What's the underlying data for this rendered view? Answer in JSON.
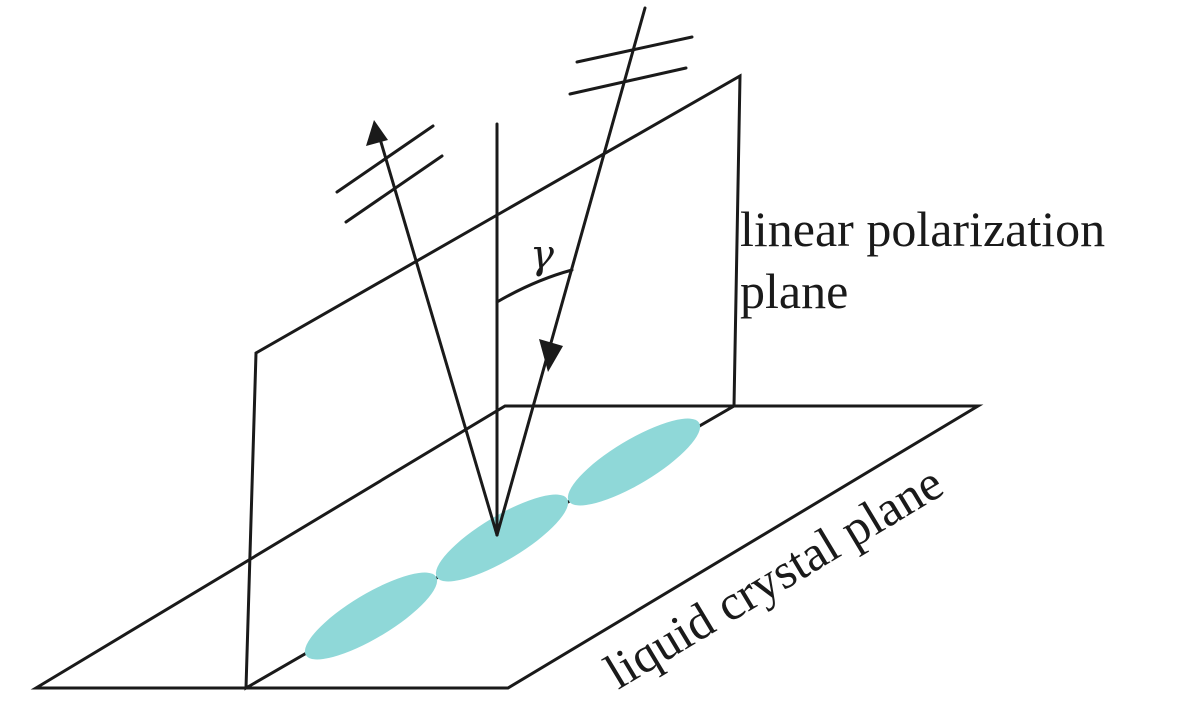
{
  "labels": {
    "angle_symbol": "γ",
    "polarization_plane_line1": "linear polarization",
    "polarization_plane_line2": "plane",
    "crystal_plane": "liquid crystal plane"
  },
  "colors": {
    "molecule_fill": "#8fd8d8",
    "line": "#1a1a1a"
  },
  "molecule_count": 3
}
